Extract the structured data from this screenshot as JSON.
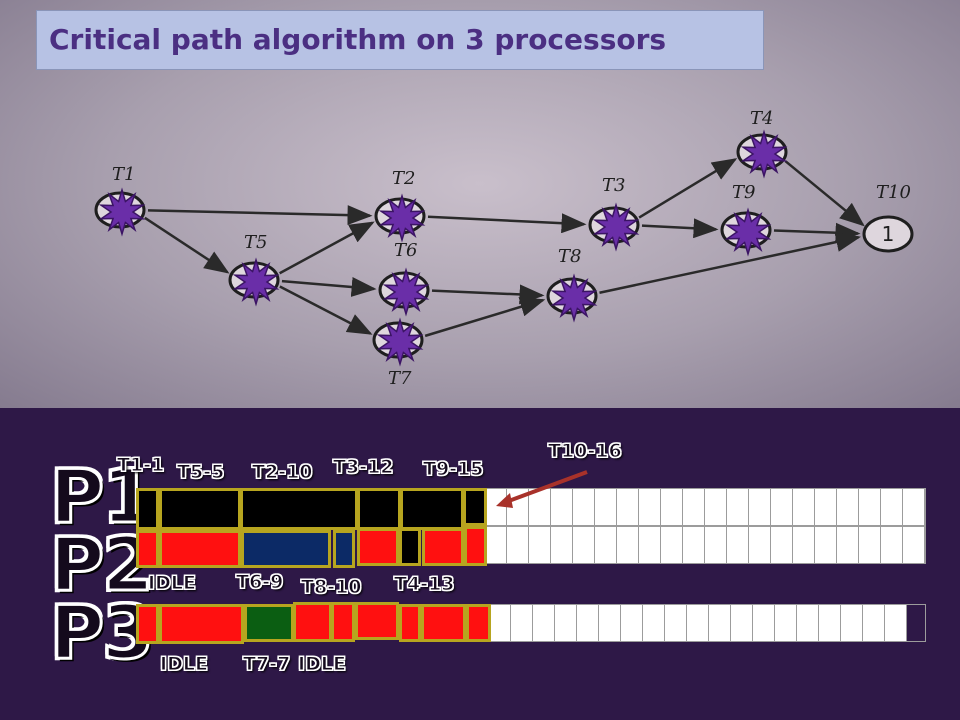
{
  "title": "Critical path algorithm on 3 processors",
  "colors": {
    "black_task": "#000000",
    "red_task": "#ff1010",
    "blue_task": "#0c2a66",
    "green_task": "#0b5e12",
    "block_border": "#b7a51f",
    "purple_burst": "#6a2ea8",
    "arrow": "#a8322a"
  },
  "graph": {
    "nodes": [
      {
        "id": "T1",
        "label": "T1",
        "inner": "",
        "marked": true
      },
      {
        "id": "T5",
        "label": "T5",
        "inner": "",
        "marked": true
      },
      {
        "id": "T2",
        "label": "T2",
        "inner": "",
        "marked": true
      },
      {
        "id": "T6",
        "label": "T6",
        "inner": "",
        "marked": true
      },
      {
        "id": "T7",
        "label": "T7",
        "inner": "",
        "marked": true
      },
      {
        "id": "T3",
        "label": "T3",
        "inner": "",
        "marked": true
      },
      {
        "id": "T8",
        "label": "T8",
        "inner": "",
        "marked": true
      },
      {
        "id": "T4",
        "label": "T4",
        "inner": "",
        "marked": true
      },
      {
        "id": "T9",
        "label": "T9",
        "inner": "",
        "marked": true
      },
      {
        "id": "T10",
        "label": "T10",
        "inner": "1",
        "marked": false
      }
    ],
    "edges": [
      {
        "from": "T1",
        "to": "T2"
      },
      {
        "from": "T1",
        "to": "T5"
      },
      {
        "from": "T5",
        "to": "T2"
      },
      {
        "from": "T5",
        "to": "T6"
      },
      {
        "from": "T5",
        "to": "T7"
      },
      {
        "from": "T2",
        "to": "T3"
      },
      {
        "from": "T6",
        "to": "T8"
      },
      {
        "from": "T7",
        "to": "T8"
      },
      {
        "from": "T3",
        "to": "T4"
      },
      {
        "from": "T3",
        "to": "T9"
      },
      {
        "from": "T4",
        "to": "T10"
      },
      {
        "from": "T9",
        "to": "T10"
      },
      {
        "from": "T8",
        "to": "T10"
      }
    ]
  },
  "schedule": {
    "processors": [
      {
        "name": "P1",
        "blocks": [
          {
            "color": "black"
          },
          {
            "color": "black"
          },
          {
            "color": "black"
          },
          {
            "color": "black"
          },
          {
            "color": "black"
          },
          {
            "color": "black"
          }
        ]
      },
      {
        "name": "P2",
        "blocks": [
          {
            "color": "red"
          },
          {
            "color": "red"
          },
          {
            "color": "blue"
          },
          {
            "color": "blue"
          },
          {
            "color": "red"
          },
          {
            "color": "black"
          },
          {
            "color": "red"
          },
          {
            "color": "red"
          }
        ]
      },
      {
        "name": "P3",
        "blocks": [
          {
            "color": "red"
          },
          {
            "color": "red"
          },
          {
            "color": "green"
          },
          {
            "color": "red"
          },
          {
            "color": "red"
          },
          {
            "color": "red"
          },
          {
            "color": "red"
          },
          {
            "color": "red"
          },
          {
            "color": "red"
          }
        ]
      }
    ],
    "labels": [
      {
        "id": "t1",
        "text": "T1-1"
      },
      {
        "id": "t5",
        "text": "T5-5"
      },
      {
        "id": "t2",
        "text": "T2-10"
      },
      {
        "id": "t3",
        "text": "T3-12"
      },
      {
        "id": "t9",
        "text": "T9-15"
      },
      {
        "id": "t10",
        "text": "T10-16"
      },
      {
        "id": "idle2",
        "text": "IDLE"
      },
      {
        "id": "t6",
        "text": "T6-9"
      },
      {
        "id": "t8",
        "text": "T8-10"
      },
      {
        "id": "t4",
        "text": "T4-13"
      },
      {
        "id": "idle3a",
        "text": "IDLE"
      },
      {
        "id": "t7",
        "text": "T7-7"
      },
      {
        "id": "idle3b",
        "text": "IDLE"
      }
    ]
  }
}
